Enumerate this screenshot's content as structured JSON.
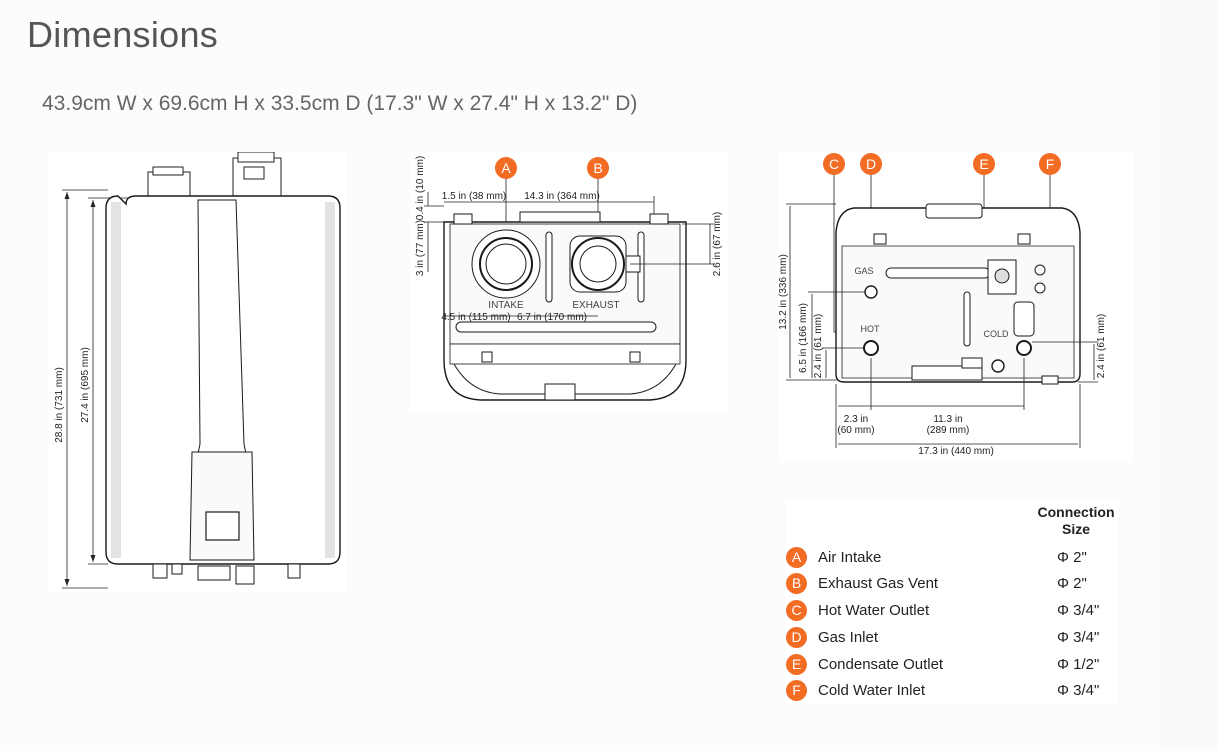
{
  "page": {
    "title": "Dimensions",
    "subtitle": "43.9cm W x 69.6cm H x 33.5cm D (17.3\" W x 27.4\" H x 13.2\" D)"
  },
  "front_view": {
    "overall_height": "28.8 in (731 mm)",
    "body_height": "27.4 in (695 mm)"
  },
  "top_view": {
    "labels": {
      "a": "A",
      "b": "B",
      "intake": "INTAKE",
      "exhaust": "EXHAUST"
    },
    "dims": {
      "depth_small": "0.4 in (10 mm)",
      "offset_a": "1.5 in (38 mm)",
      "span_ab": "14.3 in (364 mm)",
      "right_height": "2.6 in (67 mm)",
      "left_height": "3 in (77 mm)",
      "intake_x": "4.5 in (115 mm)",
      "exhaust_x": "6.7 in (170 mm)"
    }
  },
  "bottom_view": {
    "labels": {
      "c": "C",
      "d": "D",
      "e": "E",
      "f": "F",
      "gas": "GAS",
      "hot": "HOT",
      "cold": "COLD"
    },
    "dims": {
      "depth": "13.2 in (336 mm)",
      "gas_height": "6.5 in (166 mm)",
      "hot_height": "2.4 in (61 mm)",
      "cold_height": "2.4 in (61 mm)",
      "left_offset_a": "2.3 in",
      "left_offset_b": "(60 mm)",
      "mid_span_a": "11.3 in",
      "mid_span_b": "(289 mm)",
      "width": "17.3 in (440 mm)"
    }
  },
  "legend": {
    "header_line1": "Connection",
    "header_line2": "Size",
    "rows": [
      {
        "letter": "A",
        "name": "Air Intake",
        "size": "Φ 2\""
      },
      {
        "letter": "B",
        "name": "Exhaust Gas Vent",
        "size": "Φ 2\""
      },
      {
        "letter": "C",
        "name": "Hot Water Outlet",
        "size": "Φ 3/4\""
      },
      {
        "letter": "D",
        "name": "Gas Inlet",
        "size": "Φ 3/4\""
      },
      {
        "letter": "E",
        "name": "Condensate Outlet",
        "size": "Φ 1/2\""
      },
      {
        "letter": "F",
        "name": "Cold Water Inlet",
        "size": "Φ 3/4\""
      }
    ]
  },
  "colors": {
    "badge": "#f26c24",
    "line": "#1a1a1a",
    "body_fill": "#ffffff",
    "shade": "#d9d9d9"
  }
}
